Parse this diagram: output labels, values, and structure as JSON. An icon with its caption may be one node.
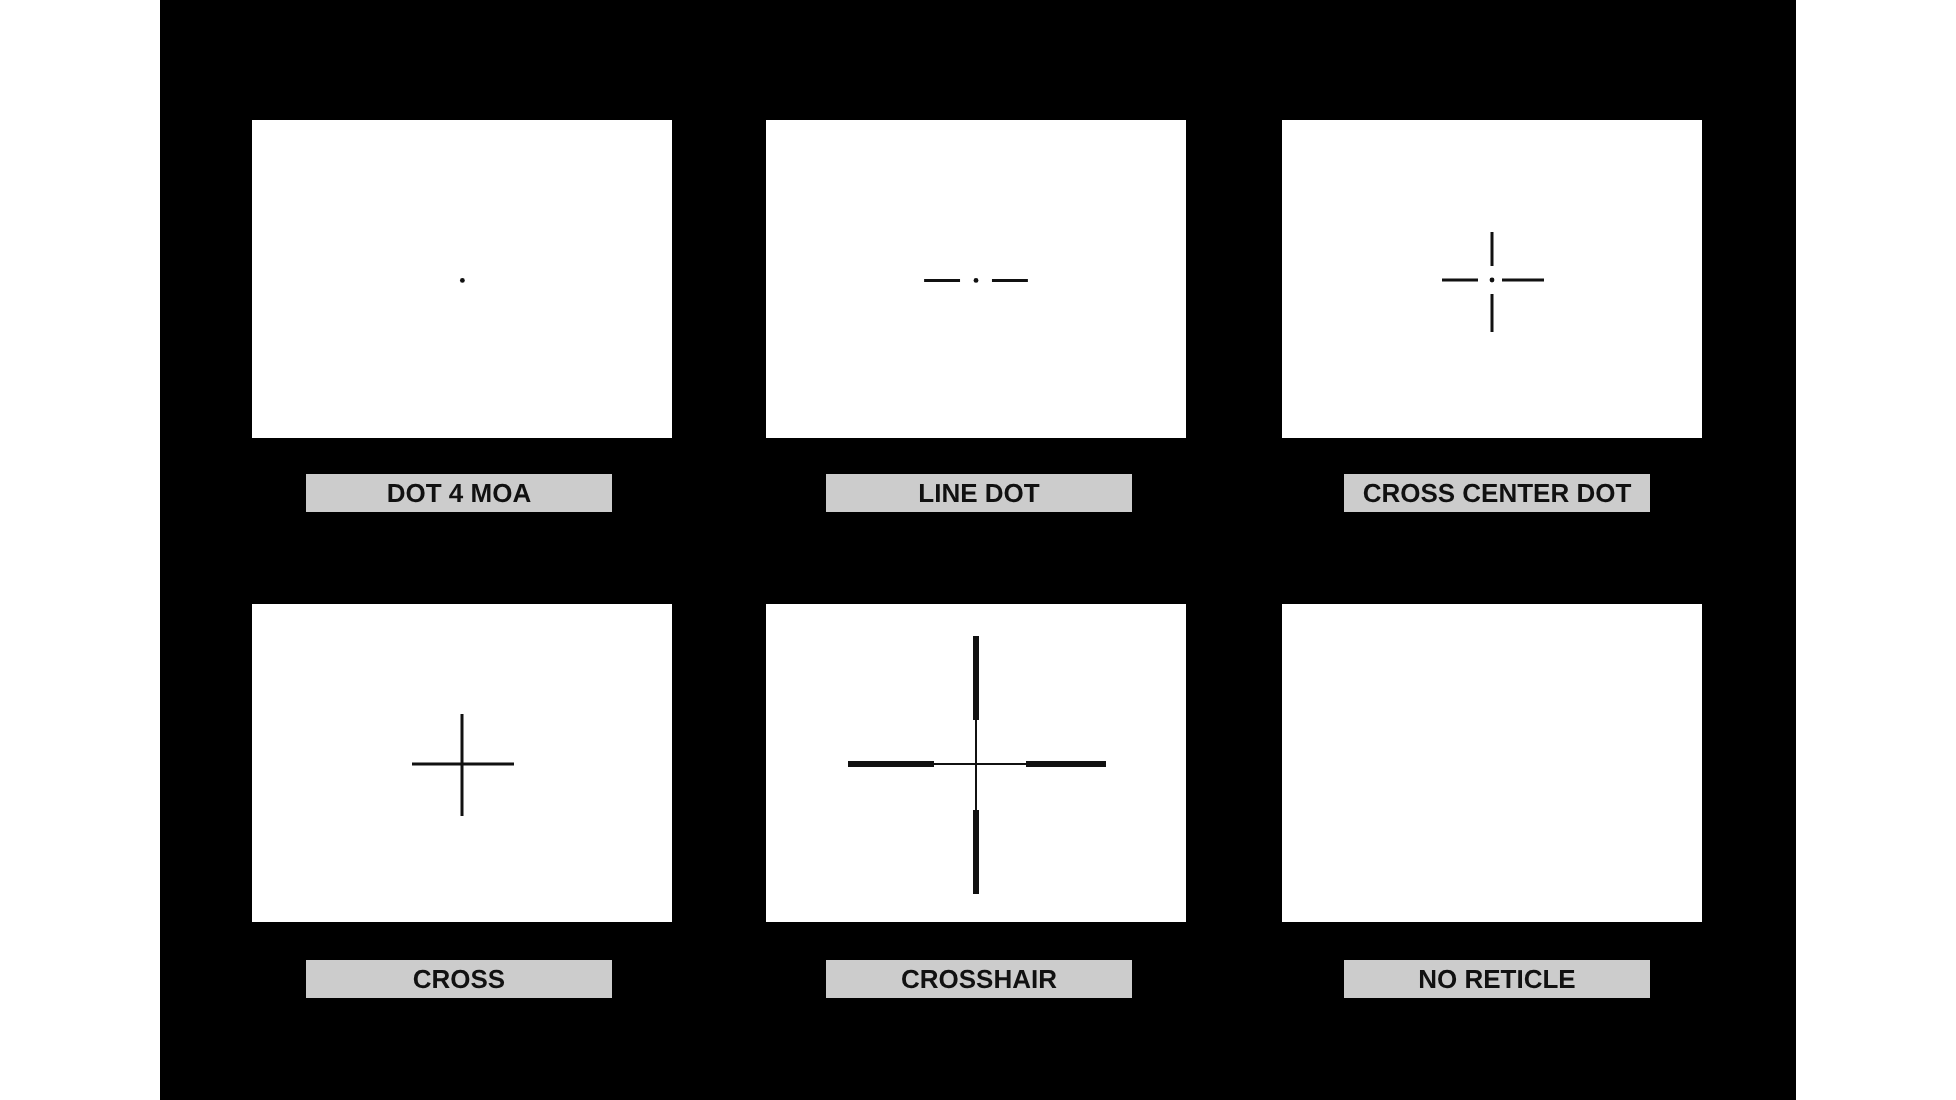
{
  "diagram": {
    "nodes": [
      {
        "text": [
          "DOT 4 MOA"
        ]
      },
      {
        "text": [
          "LINE DOT"
        ]
      },
      {
        "text": [
          "CROSS CENTER DOT"
        ]
      },
      {
        "text": [
          "CROSS"
        ]
      },
      {
        "text": [
          "CROSSHAIR"
        ]
      },
      {
        "text": [
          "NO RETICLE"
        ]
      }
    ],
    "edges": []
  }
}
